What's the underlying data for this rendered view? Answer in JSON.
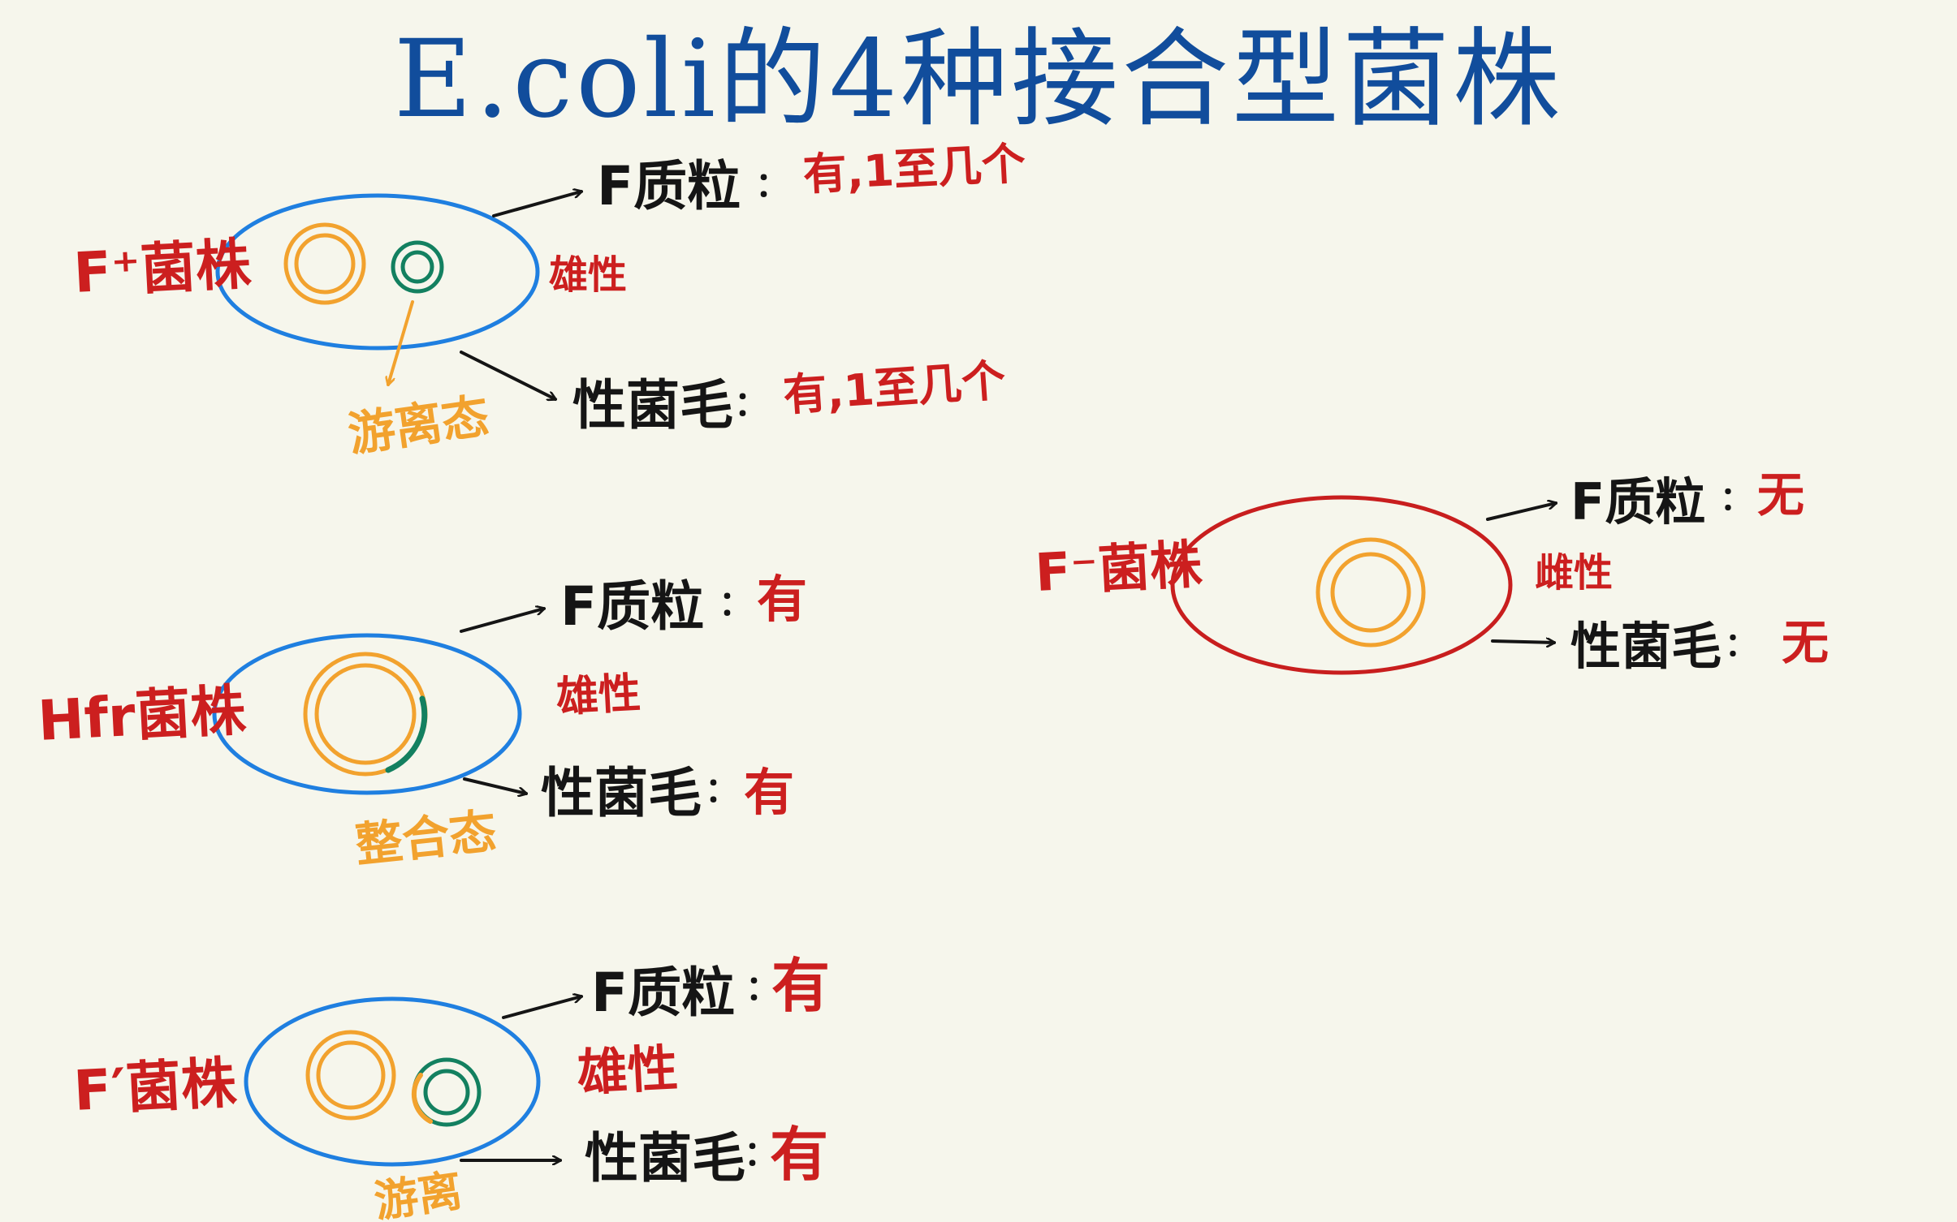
{
  "title": "E.coli的4种接合型菌株",
  "colors": {
    "background": "#f6f6ec",
    "title": "#114d9c",
    "cell_blue": "#1f7fe0",
    "cell_red": "#c81e1e",
    "chromosome": "#f2a22e",
    "f_plasmid": "#138060",
    "label_red": "#cc1f1f",
    "label_black": "#151515",
    "state_orange": "#f2a22e"
  },
  "strains": [
    {
      "name": "F⁺菌株",
      "sex": "雄性",
      "f_plasmid_label": "F质粒",
      "f_plasmid_value": "有,1至几个",
      "pili_label": "性菌毛",
      "pili_value": "有,1至几个",
      "plasmid_state": "游离态"
    },
    {
      "name": "Hfr菌株",
      "sex": "雄性",
      "f_plasmid_label": "F质粒",
      "f_plasmid_value": "有",
      "pili_label": "性菌毛",
      "pili_value": "有",
      "plasmid_state": "整合态"
    },
    {
      "name": "F′菌株",
      "sex": "雄性",
      "f_plasmid_label": "F质粒",
      "f_plasmid_value": "有",
      "pili_label": "性菌毛",
      "pili_value": "有",
      "plasmid_state": "游离"
    },
    {
      "name": "F⁻菌株",
      "sex": "雌性",
      "f_plasmid_label": "F质粒",
      "f_plasmid_value": "无",
      "pili_label": "性菌毛",
      "pili_value": "无",
      "plasmid_state": ""
    }
  ],
  "separator": "："
}
